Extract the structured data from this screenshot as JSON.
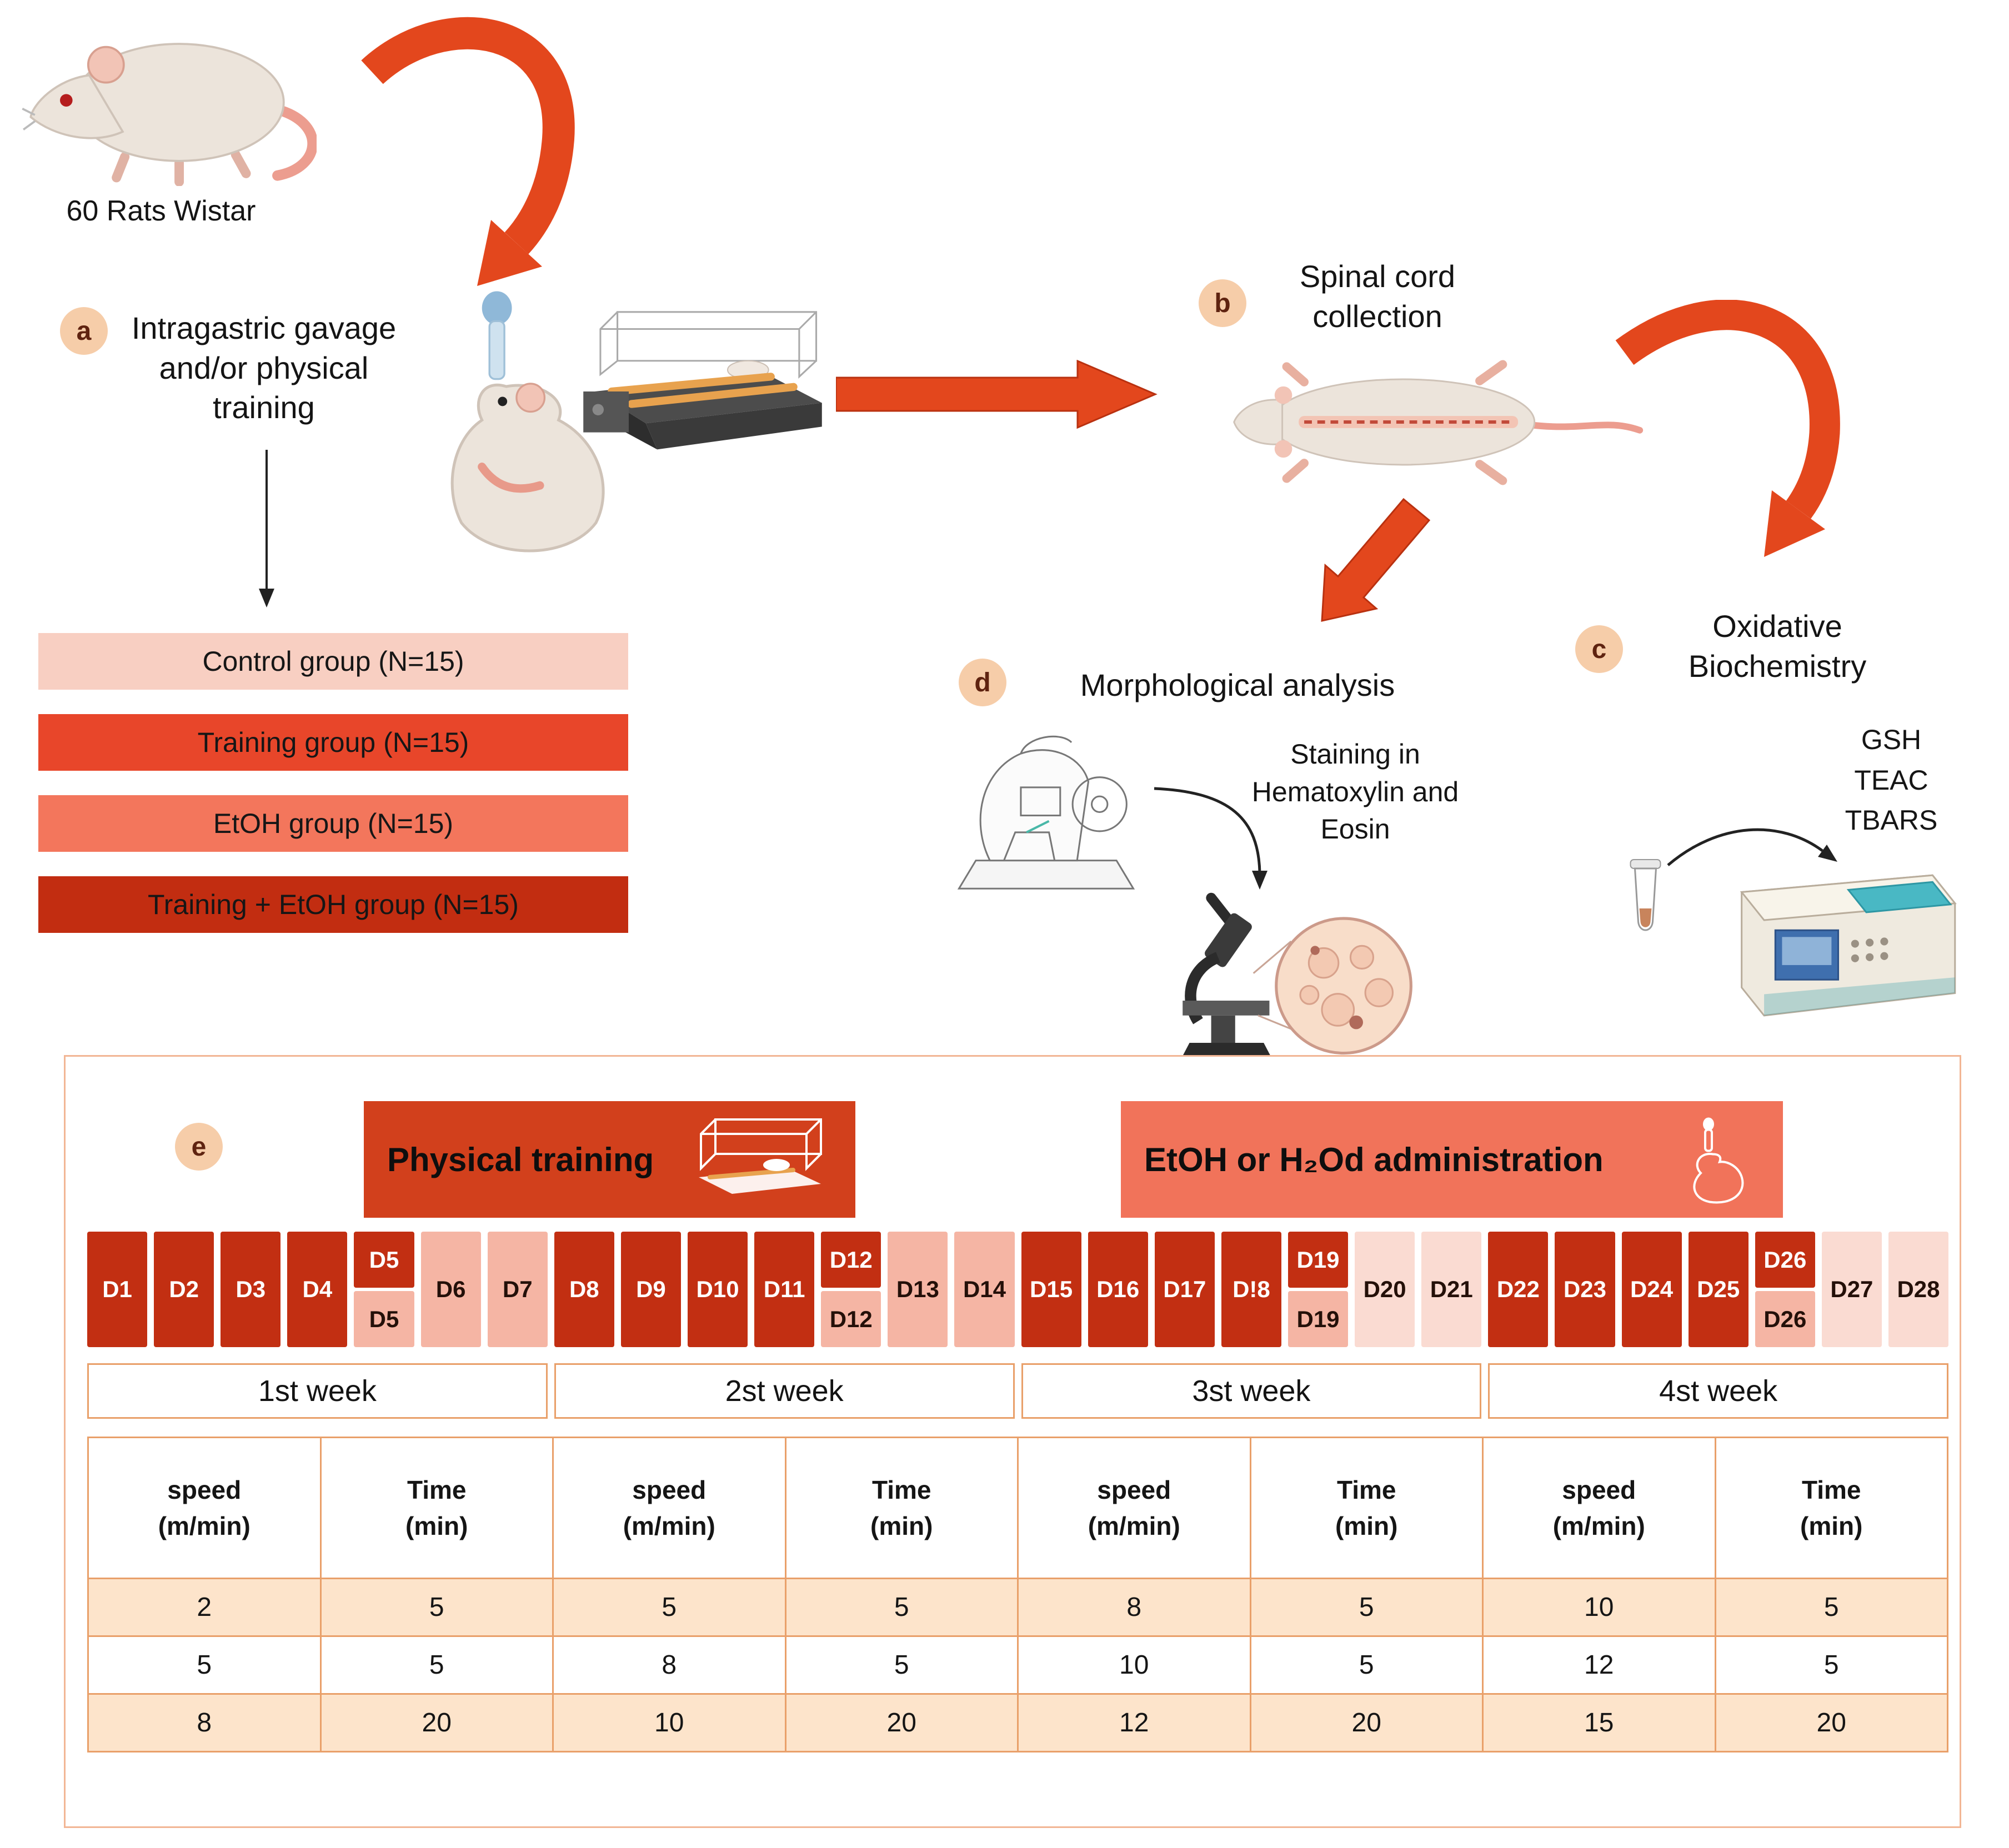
{
  "palette": {
    "arrow": "#e3471d",
    "arrow_dark": "#b93110",
    "badge_bg": "#f6cda9",
    "badge_text": "#5f2310",
    "dark_day": "#c22f12",
    "light_day": "#f5b5a4",
    "lighter_day": "#fadbd2",
    "table_border": "#e9a06a",
    "row_tint": "#fde4cb",
    "box_border": "#f2b695",
    "training_header_bg": "#d2401c",
    "etoh_header_bg": "#f1735a"
  },
  "header": {
    "rats_label": "60 Rats Wistar"
  },
  "steps": {
    "a": {
      "badge": "a",
      "label": "Intragastric gavage and/or physical training"
    },
    "b": {
      "badge": "b",
      "label": "Spinal cord collection"
    },
    "c": {
      "badge": "c",
      "label": "Oxidative Biochemistry",
      "assays": [
        "GSH",
        "TEAC",
        "TBARS"
      ]
    },
    "d": {
      "badge": "d",
      "label": "Morphological analysis",
      "staining": "Staining in Hematoxylin and Eosin"
    }
  },
  "groups": [
    {
      "label": "Control group (N=15)",
      "bg": "#f8cfc2"
    },
    {
      "label": "Training group (N=15)",
      "bg": "#e8462a"
    },
    {
      "label": "EtOH group (N=15)",
      "bg": "#f3765c"
    },
    {
      "label": "Training + EtOH group (N=15)",
      "bg": "#c22d11"
    }
  ],
  "timeline": {
    "badge": "e",
    "training_header": "Physical training",
    "etoh_header": "EtOH or H₂Od administration",
    "days": [
      {
        "label": "D1",
        "type": "dark"
      },
      {
        "label": "D2",
        "type": "dark"
      },
      {
        "label": "D3",
        "type": "dark"
      },
      {
        "label": "D4",
        "type": "dark"
      },
      {
        "label": "D5",
        "type": "split"
      },
      {
        "label": "D6",
        "type": "light"
      },
      {
        "label": "D7",
        "type": "light"
      },
      {
        "label": "D8",
        "type": "dark"
      },
      {
        "label": "D9",
        "type": "dark"
      },
      {
        "label": "D10",
        "type": "dark"
      },
      {
        "label": "D11",
        "type": "dark"
      },
      {
        "label": "D12",
        "type": "split"
      },
      {
        "label": "D13",
        "type": "light"
      },
      {
        "label": "D14",
        "type": "light"
      },
      {
        "label": "D15",
        "type": "dark"
      },
      {
        "label": "D16",
        "type": "dark"
      },
      {
        "label": "D17",
        "type": "dark"
      },
      {
        "label": "D!8",
        "type": "dark"
      },
      {
        "label": "D19",
        "type": "split"
      },
      {
        "label": "D20",
        "type": "lighter"
      },
      {
        "label": "D21",
        "type": "lighter"
      },
      {
        "label": "D22",
        "type": "dark"
      },
      {
        "label": "D23",
        "type": "dark"
      },
      {
        "label": "D24",
        "type": "dark"
      },
      {
        "label": "D25",
        "type": "dark"
      },
      {
        "label": "D26",
        "type": "split"
      },
      {
        "label": "D27",
        "type": "lighter"
      },
      {
        "label": "D28",
        "type": "lighter"
      }
    ],
    "weeks": [
      "1st week",
      "2st week",
      "3st week",
      "4st week"
    ],
    "table": {
      "headers": [
        "speed\n(m/min)",
        "Time\n(min)",
        "speed\n(m/min)",
        "Time\n(min)",
        "speed\n(m/min)",
        "Time\n(min)",
        "speed\n(m/min)",
        "Time\n(min)"
      ],
      "rows": [
        [
          "2",
          "5",
          "5",
          "5",
          "8",
          "5",
          "10",
          "5"
        ],
        [
          "5",
          "5",
          "8",
          "5",
          "10",
          "5",
          "12",
          "5"
        ],
        [
          "8",
          "20",
          "10",
          "20",
          "12",
          "20",
          "15",
          "20"
        ]
      ]
    }
  }
}
